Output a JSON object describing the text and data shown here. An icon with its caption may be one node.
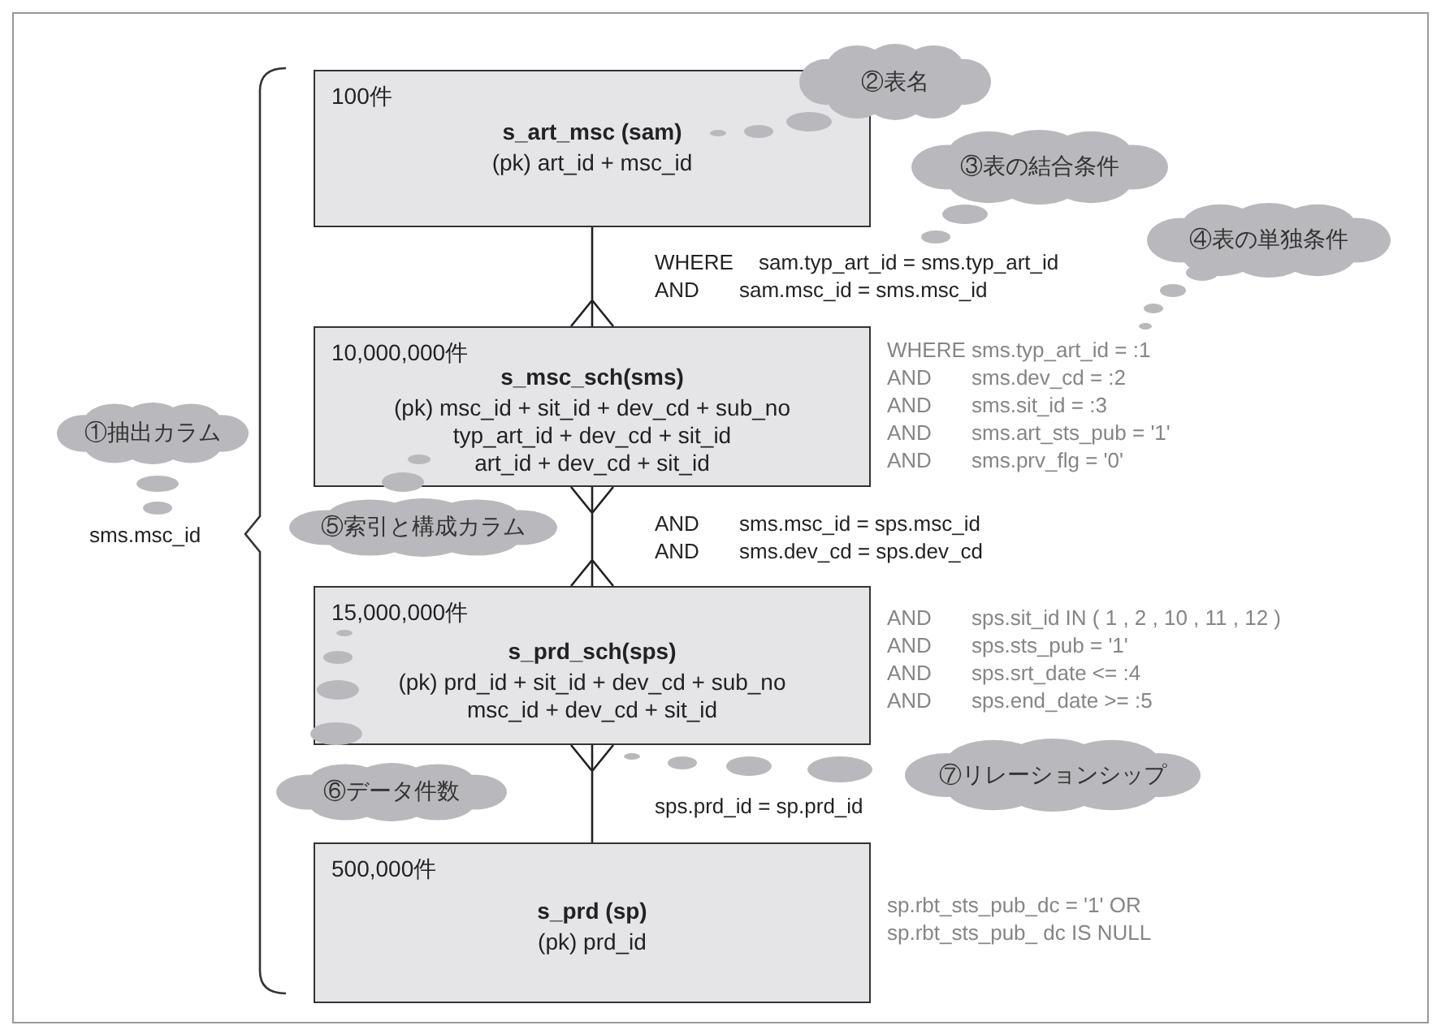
{
  "diagram": {
    "nodes": [
      {
        "text": [
          "100件",
          "s_art_msc (sam)",
          "(pk) art_id + msc_id"
        ]
      },
      {
        "text": [
          "10,000,000件",
          "s_msc_sch(sms)",
          "(pk) msc_id + sit_id + dev_cd + sub_no",
          "typ_art_id + dev_cd + sit_id",
          "art_id + dev_cd + sit_id"
        ]
      },
      {
        "text": [
          "15,000,000件",
          "s_prd_sch(sps)",
          "(pk) prd_id + sit_id + dev_cd + sub_no",
          "msc_id + dev_cd + sit_id"
        ]
      },
      {
        "text": [
          "500,000件",
          "s_prd (sp)",
          "(pk) prd_id"
        ]
      },
      {
        "text": [
          "①抽出カラム"
        ]
      },
      {
        "text": [
          "②表名"
        ]
      },
      {
        "text": [
          "③表の結合条件"
        ]
      },
      {
        "text": [
          "④表の単独条件"
        ]
      },
      {
        "text": [
          "⑤索引と構成カラム"
        ]
      },
      {
        "text": [
          "⑥データ件数"
        ]
      },
      {
        "text": [
          "⑦リレーションシップ"
        ]
      }
    ],
    "edges": [
      {
        "from": 0,
        "to": 1,
        "arrow": "other"
      },
      {
        "from": 1,
        "to": 2,
        "arrow": "other"
      },
      {
        "from": 2,
        "to": 3,
        "arrow": "other"
      }
    ],
    "labels": [
      "WHERE",
      "sam.typ_art_id = sms.typ_art_id",
      "AND",
      "sam.msc_id = sms.msc_id",
      "WHERE",
      "sms.typ_art_id = :1",
      "AND",
      "sms.dev_cd = :2",
      "AND",
      "sms.sit_id = :3",
      "AND",
      "sms.art_sts_pub = '1'",
      "AND",
      "sms.prv_flg = '0'",
      "sms.msc_id",
      "AND",
      "sms.msc_id = sps.msc_id",
      "AND",
      "sms.dev_cd = sps.dev_cd",
      "AND",
      "sps.sit_id IN ( 1 , 2 , 10 , 11 , 12 )",
      "AND",
      "sps.sts_pub = '1'",
      "AND",
      "sps.srt_date <= :4",
      "AND",
      "sps.end_date >= :5",
      "sps.prd_id = sp.prd_id",
      "sp.rbt_sts_pub_dc = '1' OR sp.rbt_sts_pub_ dc IS NULL"
    ]
  }
}
